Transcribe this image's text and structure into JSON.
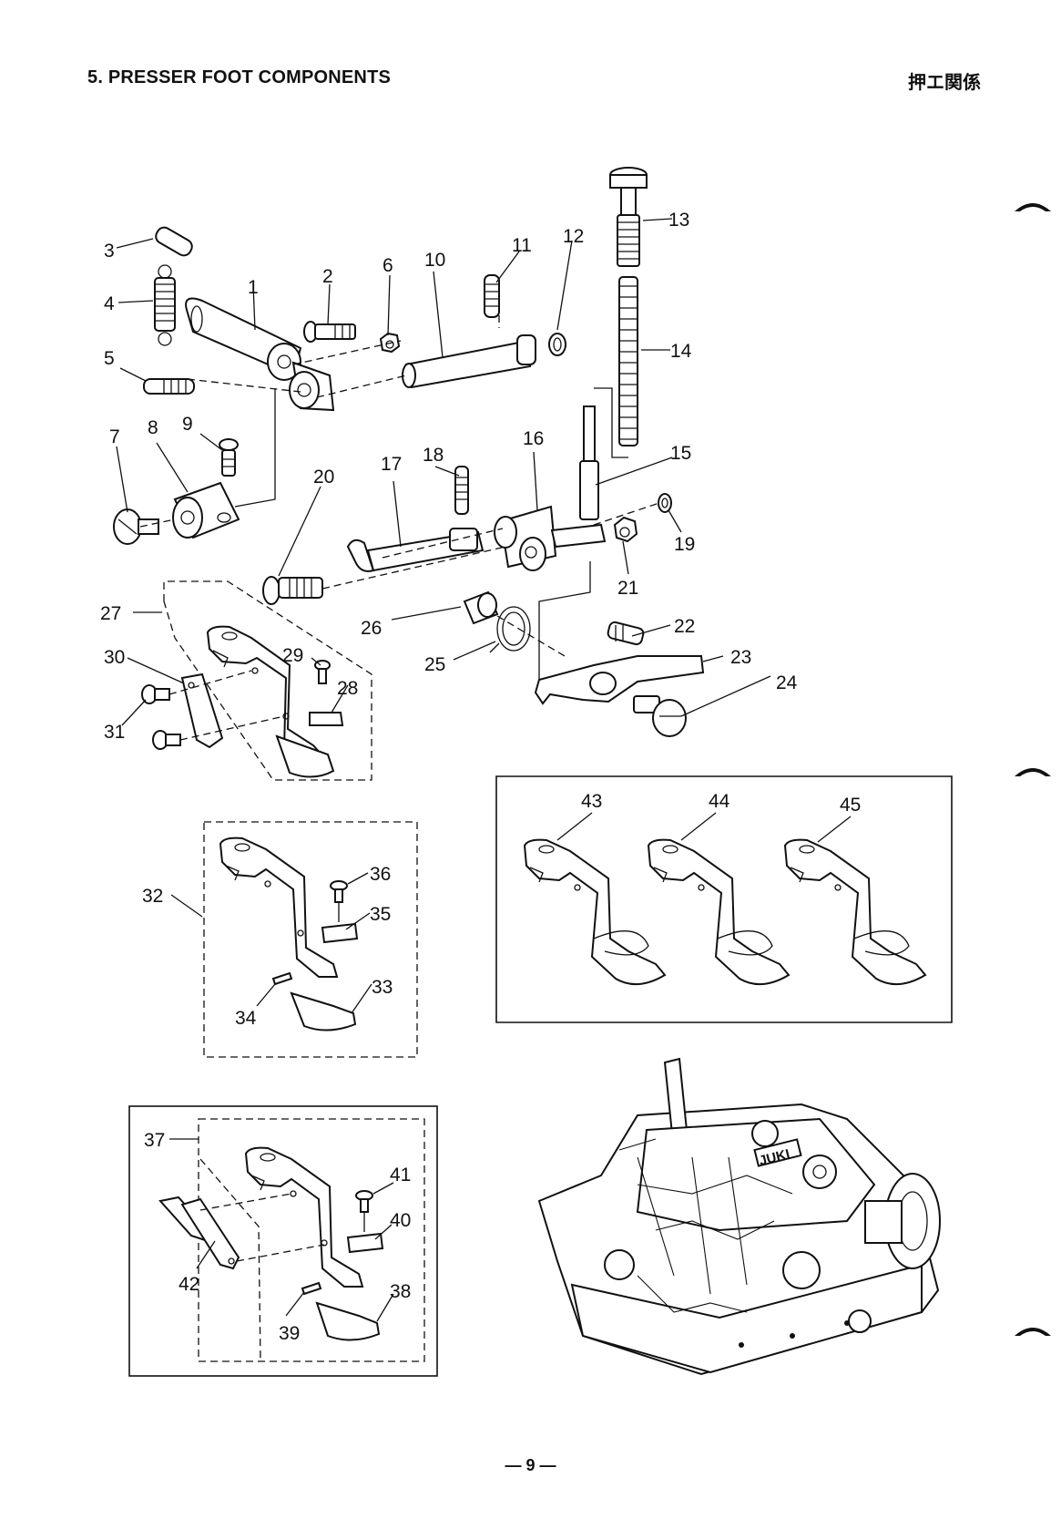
{
  "header": {
    "title": "5. PRESSER FOOT COMPONENTS",
    "title_jp": "押エ関係"
  },
  "callouts": {
    "c1": "1",
    "c2": "2",
    "c3": "3",
    "c4": "4",
    "c5": "5",
    "c6": "6",
    "c7": "7",
    "c8": "8",
    "c9": "9",
    "c10": "10",
    "c11": "11",
    "c12": "12",
    "c13": "13",
    "c14": "14",
    "c15": "15",
    "c16": "16",
    "c17": "17",
    "c18": "18",
    "c19": "19",
    "c20": "20",
    "c21": "21",
    "c22": "22",
    "c23": "23",
    "c24": "24",
    "c25": "25",
    "c26": "26",
    "c27": "27",
    "c28": "28",
    "c29": "29",
    "c30": "30",
    "c31": "31",
    "c32": "32",
    "c33": "33",
    "c34": "34",
    "c35": "35",
    "c36": "36",
    "c37": "37",
    "c38": "38",
    "c39": "39",
    "c40": "40",
    "c41": "41",
    "c42": "42",
    "c43": "43",
    "c44": "44",
    "c45": "45"
  },
  "machine": {
    "brand": "JUKI"
  },
  "footer": {
    "page_number": "— 9 —"
  }
}
